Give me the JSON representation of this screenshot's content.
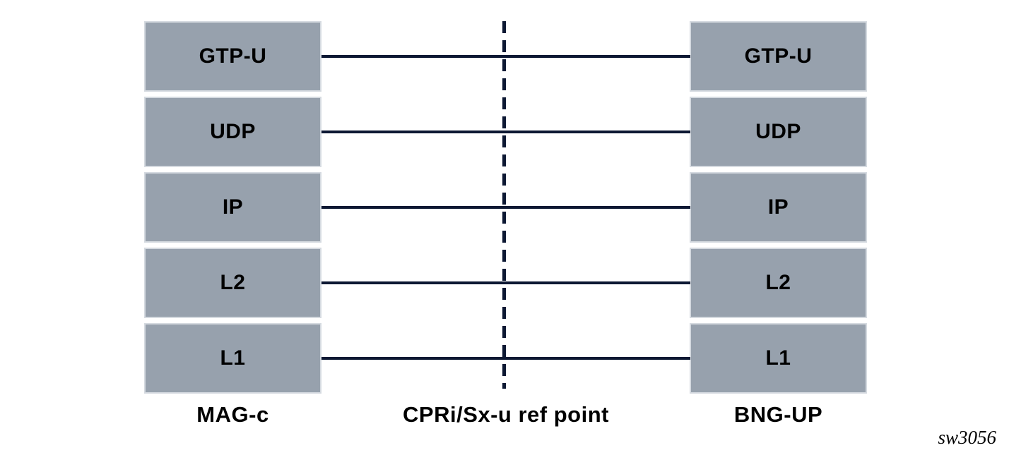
{
  "diagram": {
    "left_stack": {
      "label": "MAG-c",
      "layers": [
        "GTP-U",
        "UDP",
        "IP",
        "L2",
        "L1"
      ]
    },
    "right_stack": {
      "label": "BNG-UP",
      "layers": [
        "GTP-U",
        "UDP",
        "IP",
        "L2",
        "L1"
      ]
    },
    "ref_point": {
      "label": "CPRi/Sx-u ref point"
    },
    "figure_id": "sw3056",
    "colors": {
      "box_fill": "#97A1AD",
      "box_border": "#D5DAE0",
      "line": "#0D1833",
      "text": "#000000",
      "background": "#FFFFFF"
    }
  }
}
